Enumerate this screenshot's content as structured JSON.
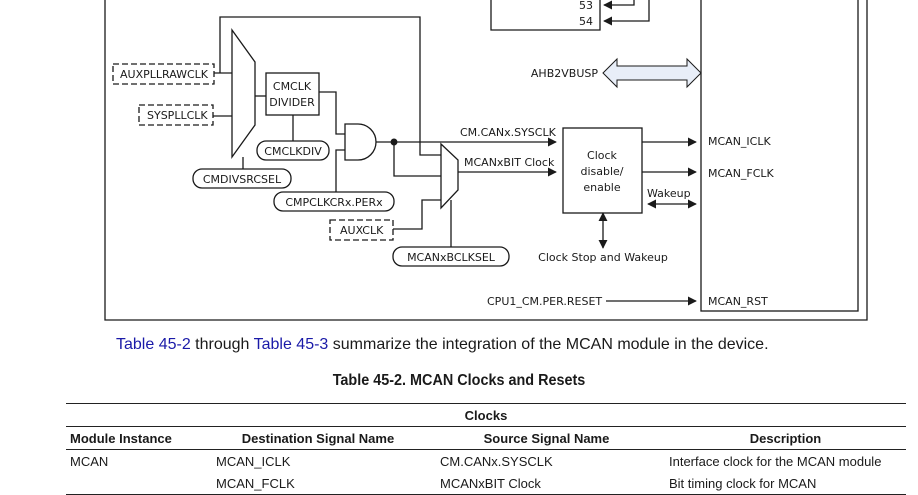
{
  "diagram": {
    "mux_inputs": {
      "auxpllrawclk": "AUXPLLRAWCLK",
      "syspllclk": "SYSPLLCLK",
      "auxclk": "AUXCLK"
    },
    "blocks": {
      "cmclk_divider_line1": "CMCLK",
      "cmclk_divider_line2": "DIVIDER",
      "clock_gate_line1": "Clock",
      "clock_gate_line2": "disable/",
      "clock_gate_line3": "enable"
    },
    "registers": {
      "cmclkdiv": "CMCLKDIV",
      "cmdivsrcsel": "CMDIVSRCSEL",
      "cmpclkcr": "CMPCLKCRx.PERx",
      "mcanbclksel": "MCANxBCLKSEL"
    },
    "signals": {
      "sysclk": "CM.CANx.SYSCLK",
      "bitclock": "MCANxBIT Clock",
      "wakeup": "Wakeup",
      "clock_stop": "Clock Stop and Wakeup",
      "bus": "AHB2VBUSP",
      "reset_source": "CPU1_CM.PER.RESET",
      "int53": "53",
      "int54": "54"
    },
    "module_ports": {
      "iclk": "MCAN_ICLK",
      "fclk": "MCAN_FCLK",
      "rst": "MCAN_RST"
    },
    "colors": {
      "line": "#1a1a1a",
      "bus_fill": "#e8eef8"
    }
  },
  "intro": {
    "link1": "Table 45-2",
    "text1": " through ",
    "link2": "Table 45-3",
    "text2": " summarize the integration of the MCAN module in the device."
  },
  "table": {
    "title": "Table 45-2. MCAN Clocks and Resets",
    "group_header": "Clocks",
    "columns": [
      "Module Instance",
      "Destination Signal Name",
      "Source Signal Name",
      "Description"
    ],
    "rows": [
      [
        "MCAN",
        "MCAN_ICLK",
        "CM.CANx.SYSCLK",
        "Interface clock for the MCAN module"
      ],
      [
        "",
        "MCAN_FCLK",
        "MCANxBIT Clock",
        "Bit timing clock for MCAN"
      ]
    ]
  },
  "colors": {
    "link": "#1a1aa8",
    "text": "#1a1a1a"
  }
}
